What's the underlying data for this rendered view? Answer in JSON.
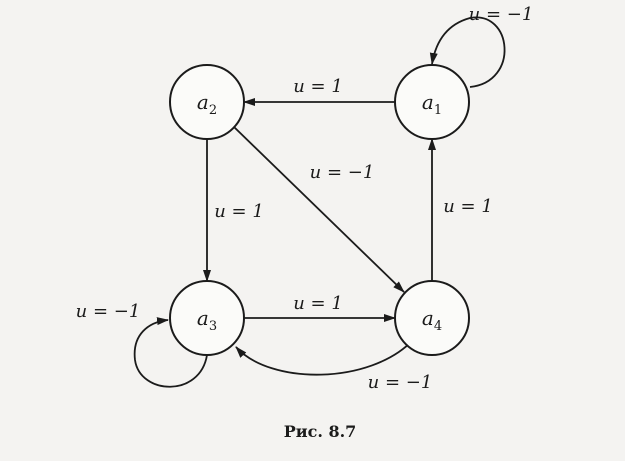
{
  "diagram": {
    "nodes": [
      {
        "id": "a1",
        "base": "a",
        "sub": "1"
      },
      {
        "id": "a2",
        "base": "a",
        "sub": "2"
      },
      {
        "id": "a3",
        "base": "a",
        "sub": "3"
      },
      {
        "id": "a4",
        "base": "a",
        "sub": "4"
      }
    ],
    "edges": [
      {
        "from": "a1",
        "to": "a1",
        "label": "u = −1"
      },
      {
        "from": "a1",
        "to": "a2",
        "label": "u = 1"
      },
      {
        "from": "a2",
        "to": "a4",
        "label": "u = −1"
      },
      {
        "from": "a2",
        "to": "a3",
        "label": "u = 1"
      },
      {
        "from": "a4",
        "to": "a1",
        "label": "u = 1"
      },
      {
        "from": "a3",
        "to": "a3",
        "label": "u = −1"
      },
      {
        "from": "a3",
        "to": "a4",
        "label": "u = 1"
      },
      {
        "from": "a4",
        "to": "a3",
        "label": "u = −1"
      }
    ],
    "caption": "Рис. 8.7"
  }
}
